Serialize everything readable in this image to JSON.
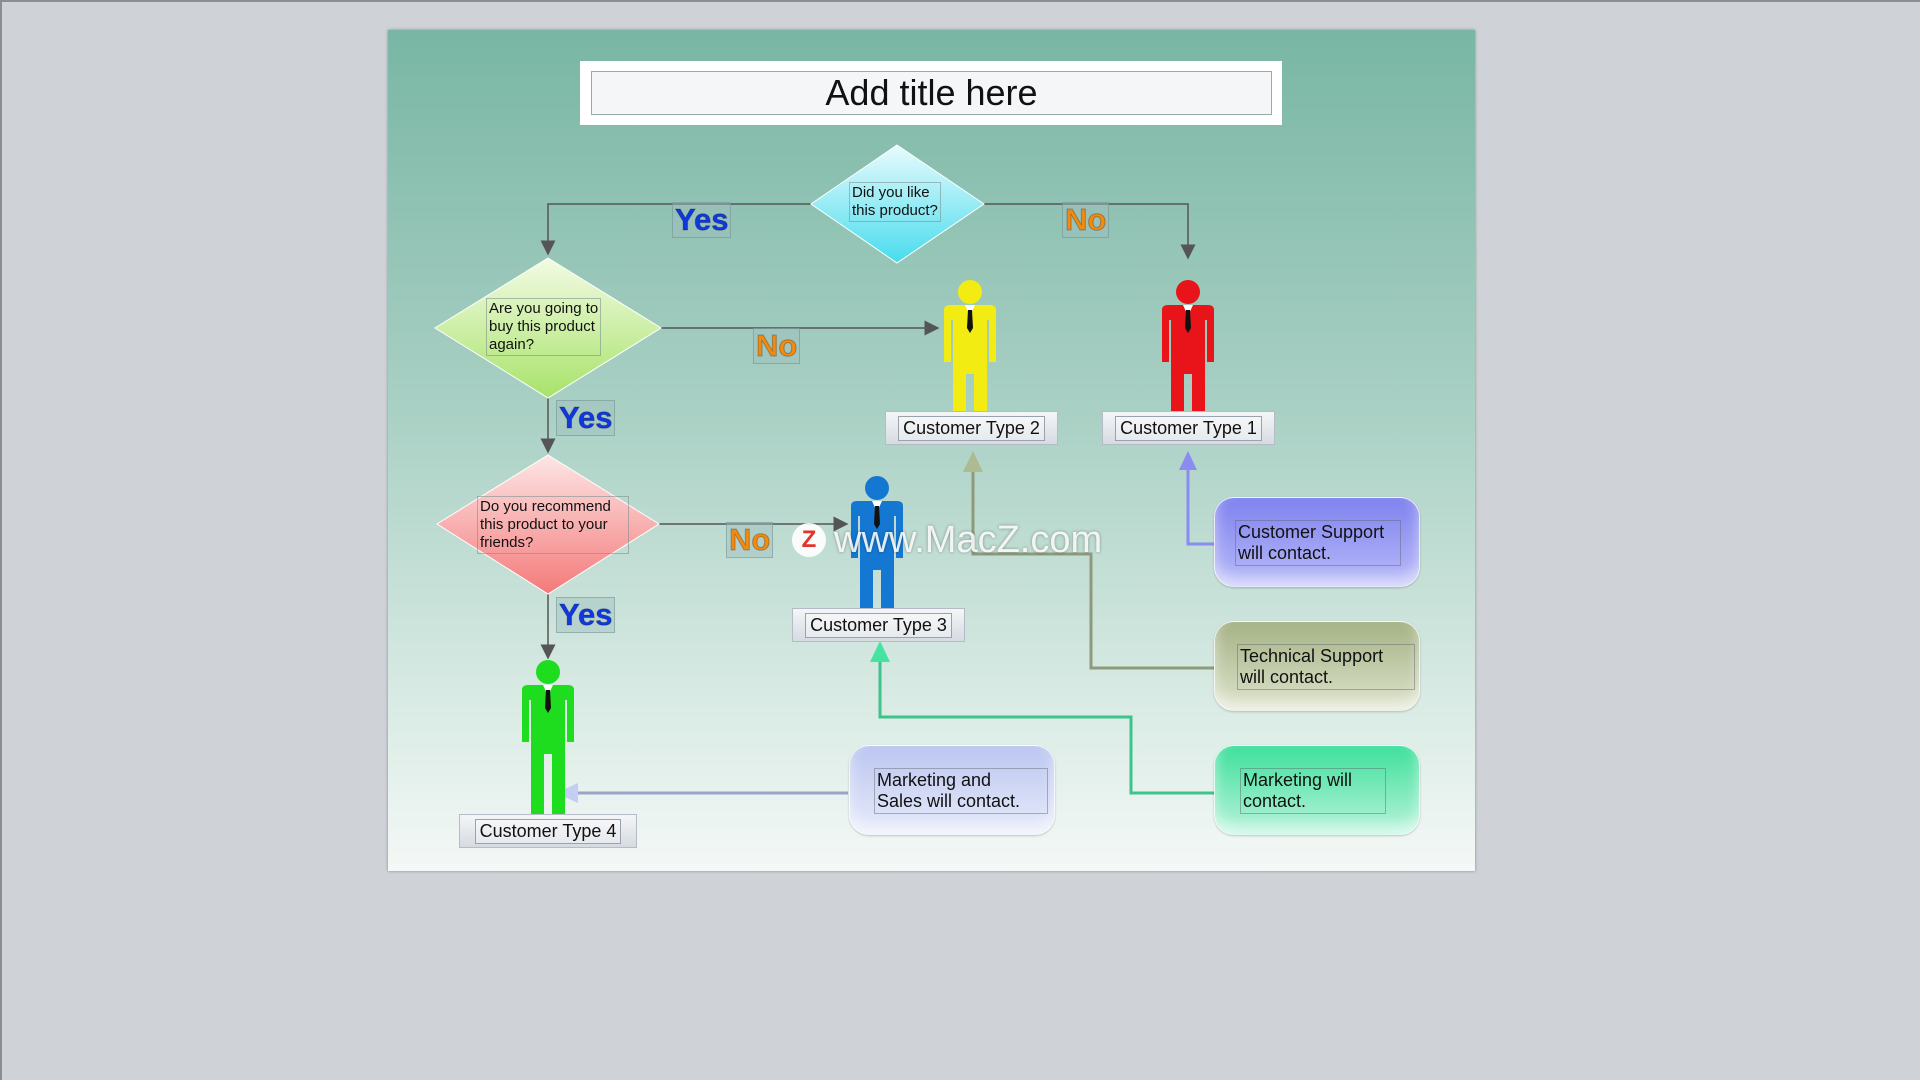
{
  "title": "Add title here",
  "questions": {
    "q1": [
      "Did you like",
      "this product?"
    ],
    "q2": [
      "Are you going to",
      "buy this product",
      "again?"
    ],
    "q3": [
      "Do you recommend",
      "this product to your",
      "friends?"
    ]
  },
  "answers": {
    "yes1": "Yes",
    "no1": "No",
    "no2": "No",
    "yes2": "Yes",
    "no3": "No",
    "yes3": "Yes"
  },
  "customers": {
    "type1": "Customer Type 1",
    "type2": "Customer Type 2",
    "type3": "Customer Type 3",
    "type4": "Customer Type 4"
  },
  "contacts": {
    "customer_support": [
      "Customer Support",
      "will contact."
    ],
    "technical_support": [
      "Technical Support",
      "will contact."
    ],
    "marketing": [
      "Marketing will",
      "contact."
    ],
    "marketing_sales": [
      "Marketing and",
      "Sales will contact."
    ]
  },
  "colors": {
    "type1": "#e8141a",
    "type2": "#f2ec12",
    "type3": "#1478d2",
    "type4": "#1edc1e",
    "customer_support": "#8a8cf2",
    "technical_support": "#aebb92",
    "marketing": "#46e2a2",
    "marketing_sales": "#c4cdf2"
  },
  "icons": {
    "person": "person-in-suit-icon"
  },
  "watermark": {
    "logo": "Z",
    "text": "www.MacZ.com"
  }
}
